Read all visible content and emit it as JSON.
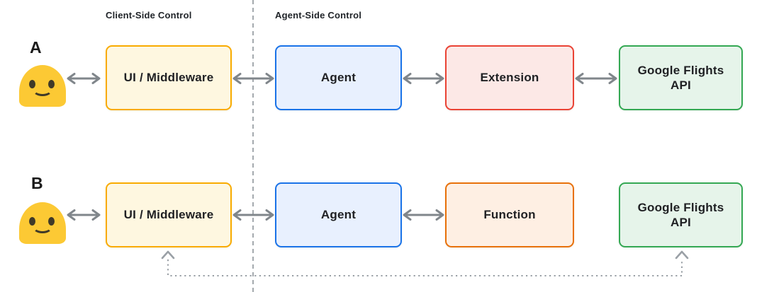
{
  "headers": {
    "client_side": "Client-Side Control",
    "agent_side": "Agent-Side Control"
  },
  "rows": [
    {
      "label": "A",
      "user_icon": "user-emoji",
      "nodes": [
        {
          "label": "UI / Middleware",
          "border": "#F9AB00",
          "fill": "#FEF7E0"
        },
        {
          "label": "Agent",
          "border": "#1A73E8",
          "fill": "#E8F0FE"
        },
        {
          "label": "Extension",
          "border": "#EA4335",
          "fill": "#FCE8E6"
        },
        {
          "label": "Google Flights API",
          "border": "#34A853",
          "fill": "#E6F4EA"
        }
      ]
    },
    {
      "label": "B",
      "user_icon": "user-emoji",
      "nodes": [
        {
          "label": "UI / Middleware",
          "border": "#F9AB00",
          "fill": "#FEF7E0"
        },
        {
          "label": "Agent",
          "border": "#1A73E8",
          "fill": "#E8F0FE"
        },
        {
          "label": "Function",
          "border": "#E8710A",
          "fill": "#FEEFE3"
        },
        {
          "label": "Google Flights API",
          "border": "#34A853",
          "fill": "#E6F4EA"
        }
      ]
    }
  ],
  "connections": {
    "solid_bidirectional": [
      {
        "row": "A",
        "from": "User",
        "to": "UI / Middleware"
      },
      {
        "row": "A",
        "from": "UI / Middleware",
        "to": "Agent"
      },
      {
        "row": "A",
        "from": "Agent",
        "to": "Extension"
      },
      {
        "row": "A",
        "from": "Extension",
        "to": "Google Flights API"
      },
      {
        "row": "B",
        "from": "User",
        "to": "UI / Middleware"
      },
      {
        "row": "B",
        "from": "UI / Middleware",
        "to": "Agent"
      },
      {
        "row": "B",
        "from": "Agent",
        "to": "Function"
      }
    ],
    "dotted_bidirectional": [
      {
        "row": "B",
        "from": "UI / Middleware",
        "to": "Google Flights API",
        "route": "below boxes"
      }
    ],
    "divider": "vertical dashed line between Client-Side Control and Agent-Side Control"
  },
  "colors": {
    "arrow": "#80868B",
    "divider": "#9AA0A6",
    "dotted_path": "#9AA0A6",
    "emoji": "#FCC934",
    "text": "#202124",
    "background": "#FFFFFF"
  }
}
